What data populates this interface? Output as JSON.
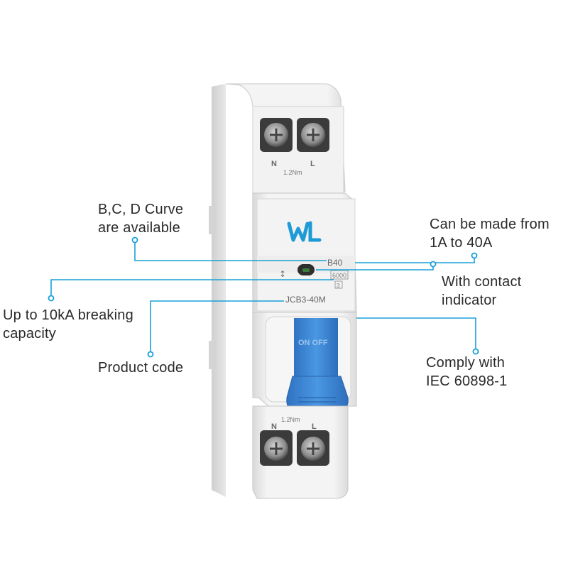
{
  "product": {
    "model": "JCB3-40M",
    "rating": "B40",
    "breaking_capacity_mark": "6000",
    "class_mark": "3",
    "torque_top": "1.2Nm",
    "torque_bottom": "1.2Nm",
    "terminal_left": "N",
    "terminal_right": "L",
    "terminal_left_bottom": "N",
    "terminal_right_bottom": "L",
    "handle_text": "ON OFF",
    "logo": "WL",
    "test_symbol": "↕"
  },
  "callouts": {
    "curve": {
      "line1": "B,C, D Curve",
      "line2": "are available"
    },
    "rating": {
      "line1": "Can be made from",
      "line2": "1A to 40A"
    },
    "indicator": {
      "line1": "With contact",
      "line2": "indicator"
    },
    "breaking": {
      "line1": "Up to 10kA breaking",
      "line2": "capacity"
    },
    "code": {
      "line1": "Product code"
    },
    "standard": {
      "line1": "Comply with",
      "line2": "IEC 60898-1"
    }
  },
  "colors": {
    "accent": "#1aa0d8",
    "handle": "#3a86d4",
    "body": "#efefef",
    "logo": "#1e9ad6"
  }
}
